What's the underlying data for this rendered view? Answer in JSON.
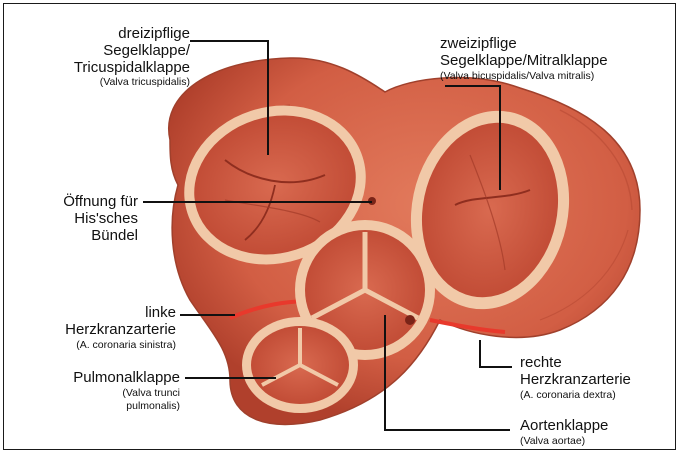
{
  "labels": {
    "tricuspid": {
      "lines": [
        "dreizipflige",
        "Segelklappe/",
        "Tricuspidalklappe"
      ],
      "latin": "(Valva tricuspidalis)"
    },
    "mitral": {
      "lines": [
        "zweizipflige",
        "Segelklappe/Mitralklappe"
      ],
      "latin": "(Valva bicuspidalis/Valva mitralis)"
    },
    "his": {
      "lines": [
        "Öffnung für",
        "His'sches",
        "Bündel"
      ]
    },
    "left_coronary": {
      "lines": [
        "linke",
        "Herzkranzarterie"
      ],
      "latin": "(A. coronaria sinistra)"
    },
    "pulmonary": {
      "lines": [
        "Pulmonalklappe"
      ],
      "latin_lines": [
        "(Valva trunci",
        "pulmonalis)"
      ]
    },
    "right_coronary": {
      "lines": [
        "rechte",
        "Herzkranzarterie"
      ],
      "latin": "(A. coronaria dextra)"
    },
    "aortic": {
      "lines": [
        "Aortenklappe"
      ],
      "latin": "(Valva aortae)"
    }
  },
  "colors": {
    "tissue": "#d8674d",
    "tissue_dark": "#b8452f",
    "valve_ring": "#f1c9a8",
    "valve_inner": "#cf5a42",
    "artery": "#e8392c",
    "line": "#111111"
  }
}
